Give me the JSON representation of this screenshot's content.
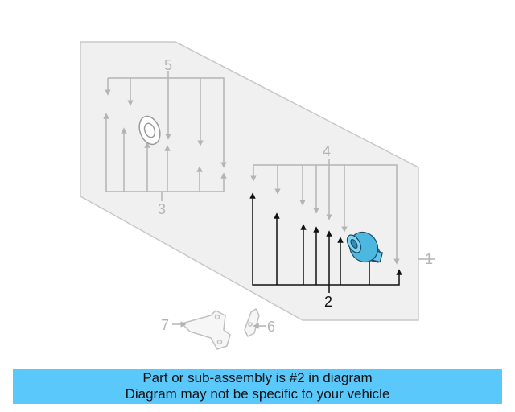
{
  "callouts": {
    "c1": "1",
    "c2": "2",
    "c3": "3",
    "c4": "4",
    "c5": "5",
    "c6": "6",
    "c7": "7"
  },
  "banner": {
    "line1": "Part or sub-assembly is #2 in diagram",
    "line2": "Diagram may not be specific to your vehicle"
  },
  "colors": {
    "banner_bg": "#5ac8fa",
    "highlight_part": "#4cb8e0",
    "outline_gray": "#b4b4b4",
    "panel_fill": "#f0f0f0"
  }
}
